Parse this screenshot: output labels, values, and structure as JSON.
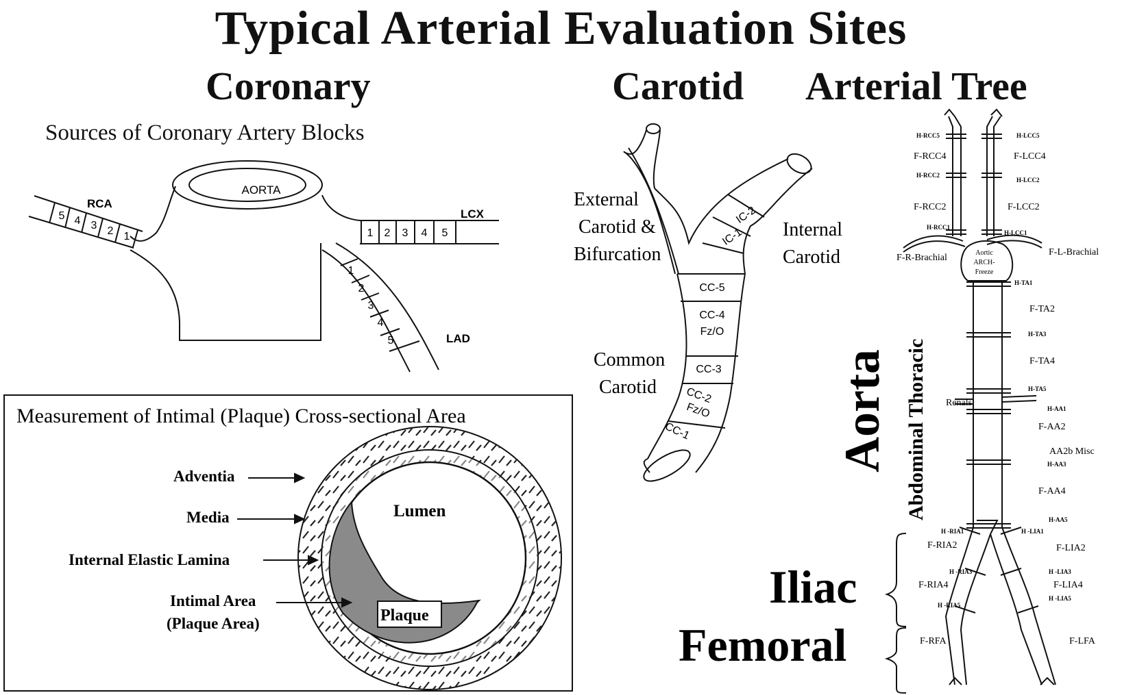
{
  "title": "Typical Arterial Evaluation Sites",
  "coronary": {
    "heading": "Coronary",
    "subtitle": "Sources of Coronary Artery Blocks",
    "aorta": "AORTA",
    "rca": {
      "label": "RCA",
      "segments": [
        "5",
        "4",
        "3",
        "2",
        "1"
      ]
    },
    "lcx": {
      "label": "LCX",
      "segments": [
        "1",
        "2",
        "3",
        "4",
        "5"
      ]
    },
    "lad": {
      "label": "LAD",
      "segments": [
        "1",
        "2",
        "3",
        "4",
        "5"
      ]
    }
  },
  "intimal": {
    "title": "Measurement of Intimal (Plaque) Cross-sectional Area",
    "adventia": "Adventia",
    "media": "Media",
    "iel": "Internal Elastic Lamina",
    "intimal_area": "Intimal Area",
    "plaque_area": "(Plaque Area)",
    "lumen": "Lumen",
    "plaque": "Plaque"
  },
  "carotid": {
    "heading": "Carotid",
    "external": [
      "External",
      "Carotid &",
      "Bifurcation"
    ],
    "internal": [
      "Internal",
      "Carotid"
    ],
    "common": [
      "Common",
      "Carotid"
    ],
    "ic": [
      "IC-2",
      "IC-1"
    ],
    "cc": [
      "CC-5",
      "CC-4",
      "Fz/O",
      "CC-3",
      "CC-2",
      "Fz/O",
      "CC-1"
    ]
  },
  "tree": {
    "heading": "Arterial Tree",
    "aorta": "Aorta",
    "aorta_sub": "Abdominal Thoracic",
    "iliac": "Iliac",
    "femoral": "Femoral",
    "arch": [
      "Aortic",
      "ARCH-",
      "Freeze"
    ],
    "labels": {
      "h_rcc5": "H-RCC5",
      "h_lcc5": "H-LCC5",
      "f_rcc4": "F-RCC4",
      "f_lcc4": "F-LCC4",
      "h_rcc2": "H-RCC2",
      "h_lcc2": "H-LCC2",
      "f_rcc2": "F-RCC2",
      "f_lcc2": "F-LCC2",
      "h_rcc1": "H-RCC1",
      "h_lcc1": "H-LCC1",
      "f_rbrach": "F-R-Brachial",
      "f_lbrach": "F-L-Brachial",
      "h_ta1": "H-TA1",
      "f_ta2": "F-TA2",
      "h_ta3": "H-TA3",
      "f_ta4": "F-TA4",
      "h_ta5": "H-TA5",
      "renals": "Renals",
      "h_aa1": "H-AA1",
      "f_aa2": "F-AA2",
      "aa2b": "AA2b Misc",
      "h_aa3": "H-AA3",
      "f_aa4": "F-AA4",
      "h_aa5": "H-AA5",
      "h_ria1": "H -RIA1",
      "h_lia1": "H -LIA1",
      "f_ria2": "F-RIA2",
      "f_lia2": "F-LIA2",
      "h_ria3": "H -RIA3",
      "h_lia3": "H -LIA3",
      "f_ria4": "F-RIA4",
      "f_lia4": "F-LIA4",
      "h_ria5": "H -RIA5",
      "h_lia5": "H -LIA5",
      "f_rfa": "F-RFA",
      "f_lfa": "F-LFA"
    }
  }
}
